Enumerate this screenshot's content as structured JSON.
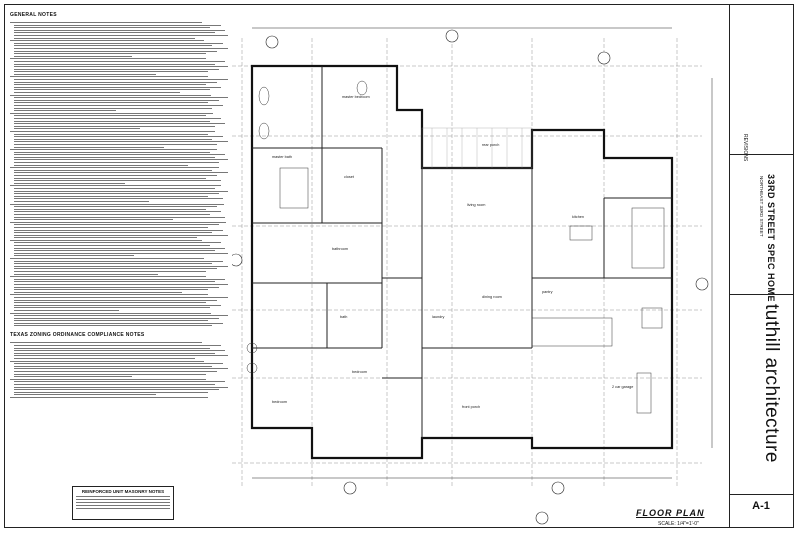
{
  "notes": {
    "general_heading": "GENERAL NOTES",
    "compliance_heading": "TEXAS ZONING ORDINANCE COMPLIANCE NOTES",
    "impact_title": "REINFORCED UNIT MASONRY NOTES"
  },
  "plan": {
    "title": "FLOOR PLAN",
    "scale": "SCALE: 1/4\"=1'-0\"",
    "rooms": [
      "master bedroom",
      "master bath",
      "bathroom",
      "closet",
      "living room",
      "dining room",
      "kitchen",
      "laundry",
      "bedroom",
      "bedroom",
      "bath",
      "pantry",
      "2 car garage",
      "front porch",
      "rear porch"
    ]
  },
  "title_block": {
    "firm": "tuthill architecture",
    "project": "33RD STREET SPEC HOME",
    "address": "NORTHEAST 33RD STREET",
    "revisions_label": "REVISIONS",
    "sheet_number": "A-1"
  },
  "colors": {
    "line": "#222222",
    "paper": "#ffffff"
  }
}
